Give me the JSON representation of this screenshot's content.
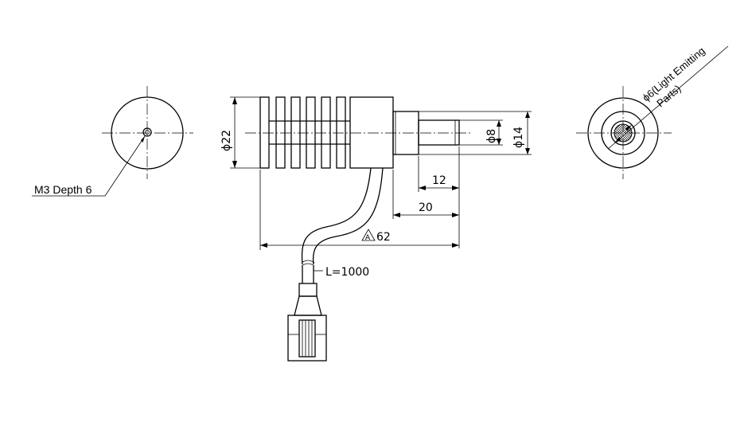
{
  "drawing": {
    "front_view": {
      "hole_label": "M3 Depth 6"
    },
    "side_view": {
      "dim_heatsink_diameter": "ϕ22",
      "dim_tip_diameter": "ϕ8",
      "dim_neck_diameter": "ϕ14",
      "dim_tip_length": "12",
      "dim_neck_length": "20",
      "dim_total_length": "62",
      "dim_total_marker": "A",
      "cable_length": "L=1000"
    },
    "end_view": {
      "emit_label_line1": "ϕ6(Light Emitting",
      "emit_label_line2": "Parts)"
    }
  }
}
